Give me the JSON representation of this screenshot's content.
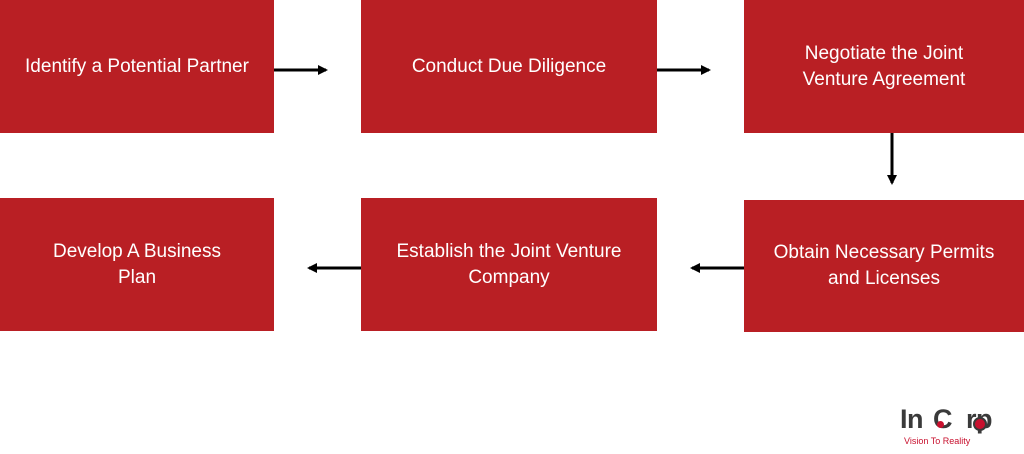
{
  "colors": {
    "box_fill": "#b91f24",
    "box_text": "#ffffff",
    "arrow": "#000000",
    "logo_text": "#3a3a3a",
    "logo_accent": "#c8102e"
  },
  "steps": [
    {
      "label": "Identify a Potential Partner"
    },
    {
      "label": "Conduct Due Diligence"
    },
    {
      "label": "Negotiate the Joint Venture Agreement"
    },
    {
      "label": "Obtain Necessary Permits and Licenses"
    },
    {
      "label": "Establish the Joint Venture Company"
    },
    {
      "label": "Develop A Business Plan"
    }
  ],
  "logo": {
    "name": "In.Corp",
    "tagline": "Vision To Reality"
  }
}
